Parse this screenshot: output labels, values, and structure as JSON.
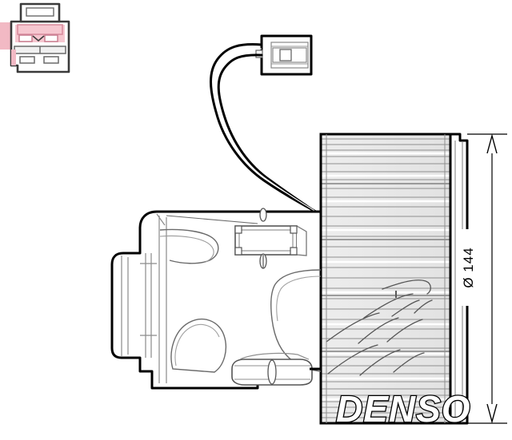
{
  "drawing": {
    "type": "technical-line-drawing",
    "subject": "automotive HVAC blower motor with fan wheel",
    "background_color": "#ffffff",
    "line_color": "#000000",
    "fill_color": "#ffffff",
    "shade_color": "#e8e8e8"
  },
  "brand": {
    "logo_text": "DENSO",
    "logo_style": "outlined-italic"
  },
  "dimension": {
    "label": "Ø 144",
    "symbol": "Ø",
    "value": "144",
    "orientation": "vertical",
    "arrow_style": "double-ended"
  },
  "connector_inset": {
    "name": "electrical-connector",
    "highlight_color": "#f2b9c4",
    "outline_color": "#3a3a3a",
    "pin_count": 2,
    "position": "top-left"
  },
  "harness": {
    "connector_label": "",
    "wire_count": 2,
    "connector_position": "top-center"
  },
  "components": {
    "fan_wheel": "squirrel-cage-blower-wheel",
    "motor_housing": "blower-motor-housing",
    "mount_plate": "mounting-bracket",
    "wire_harness": "wire-harness",
    "harness_connector": "harness-connector"
  }
}
